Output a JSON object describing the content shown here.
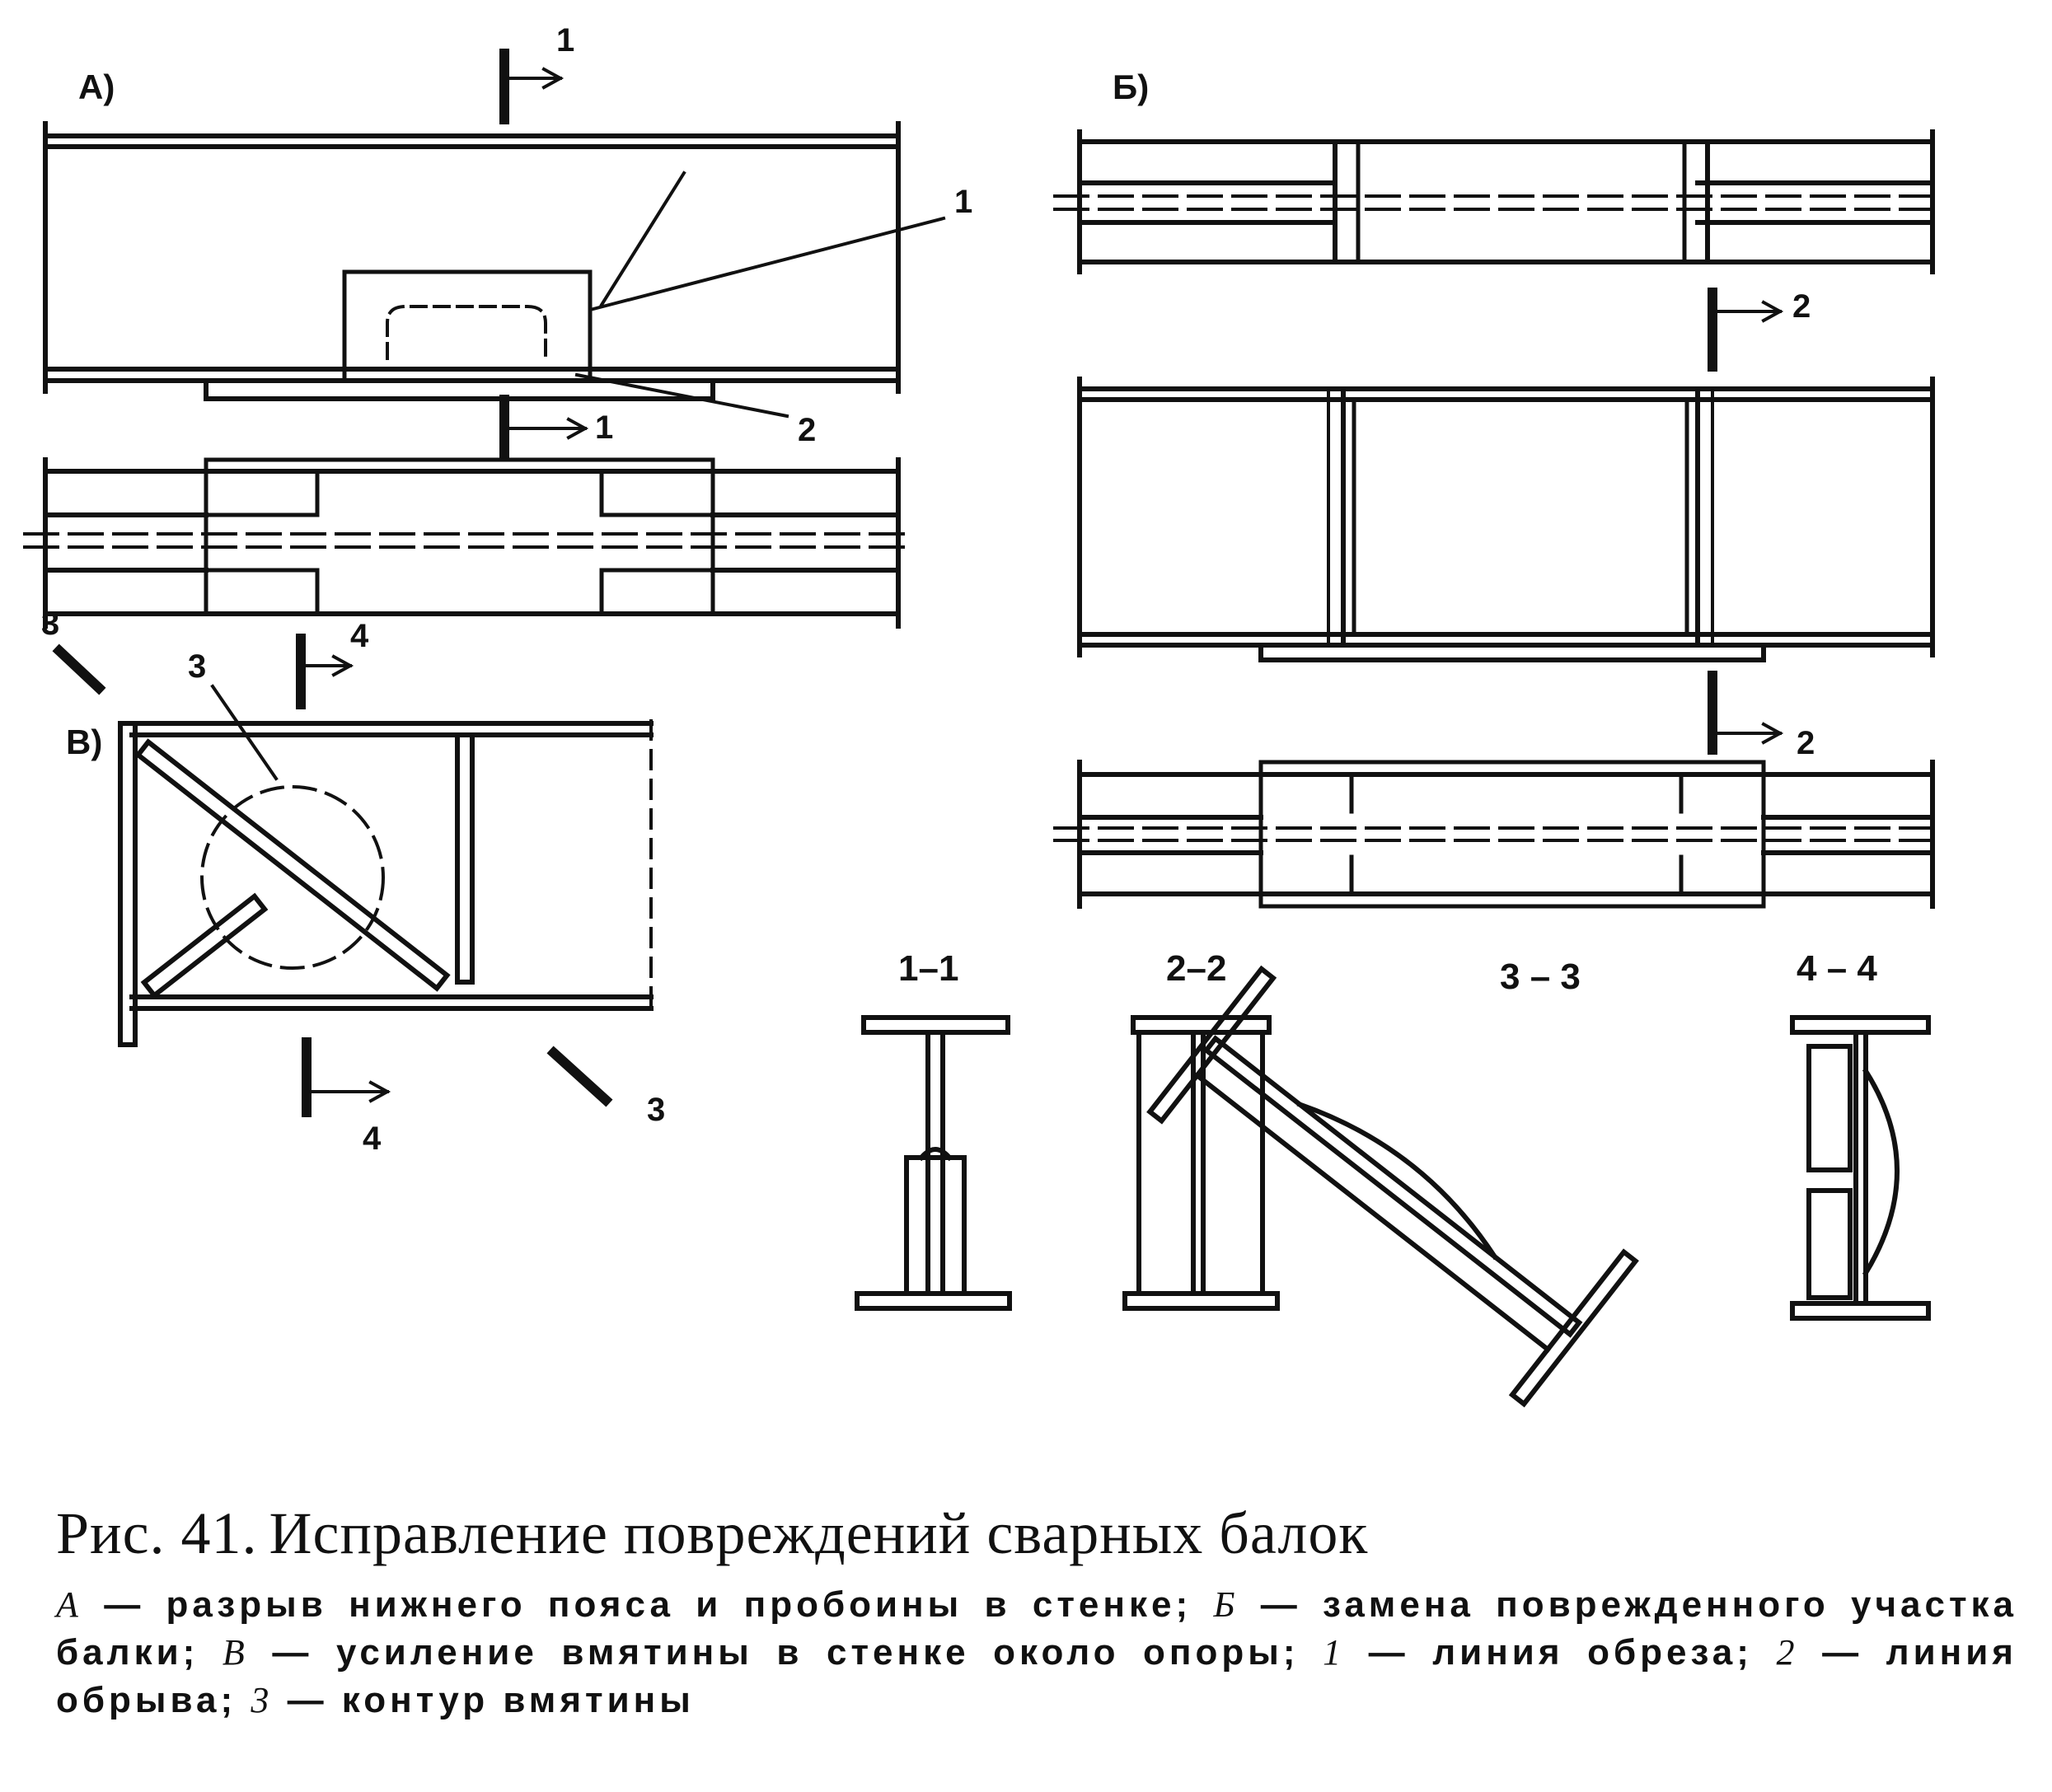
{
  "figure": {
    "panel_labels": {
      "a": "А)",
      "b": "Б)",
      "v": "В)"
    },
    "section_titles": [
      "1–1",
      "2–2",
      "3 – 3",
      "4 – 4"
    ],
    "markers": {
      "one": "1",
      "two": "2",
      "three": "3",
      "four": "4"
    }
  },
  "caption": {
    "number": "Рис. 41.",
    "title": "Исправление повреждений сварных балок",
    "legend": [
      {
        "key": "А",
        "text": "разрыв нижнего пояса и пробоины в стенке;"
      },
      {
        "key": "Б",
        "text": "замена поврежденного участка балки;"
      },
      {
        "key": "В",
        "text": "усиление вмятины в стенке около опоры;"
      },
      {
        "key": "1",
        "text": "линия обреза;"
      },
      {
        "key": "2",
        "text": "линия обрыва;"
      },
      {
        "key": "3",
        "text": "контур вмятины"
      }
    ]
  }
}
